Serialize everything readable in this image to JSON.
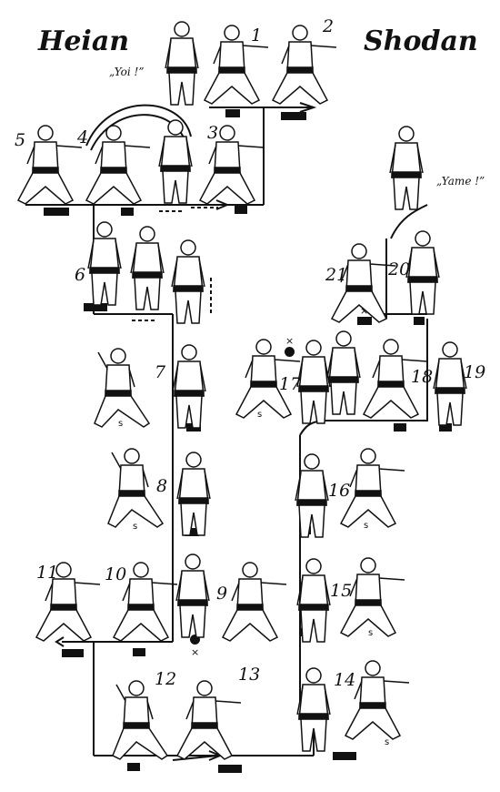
{
  "title_left": "Heian",
  "title_right": "Shodan",
  "call_start": "„Yoi !”",
  "call_end": "„Yame !”",
  "stance_label": "s",
  "kiai_mark": "×",
  "steps": [
    "1",
    "2",
    "3",
    "4",
    "5",
    "6",
    "7",
    "8",
    "9",
    "10",
    "11",
    "12",
    "13",
    "14",
    "15",
    "16",
    "17",
    "18",
    "19",
    "20",
    "21"
  ],
  "colors": {
    "ink": "#111111",
    "paper": "#ffffff"
  },
  "icons": {
    "figure": "karateka-figure-icon",
    "footprint": "foot-marker-icon",
    "arrow": "direction-arrow-icon"
  }
}
